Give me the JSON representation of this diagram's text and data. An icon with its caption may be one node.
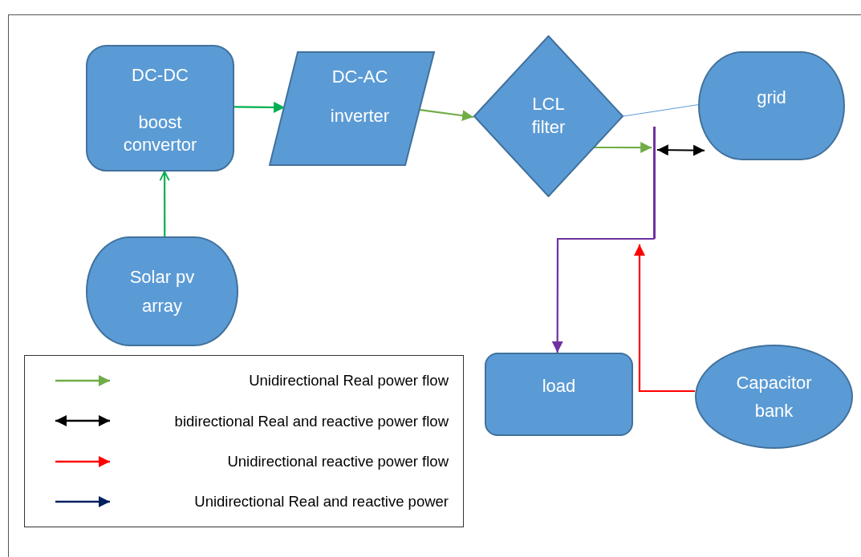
{
  "diagram": {
    "nodes": [
      {
        "text": [
          "DC-DC",
          "boost convertor"
        ]
      },
      {
        "text": [
          "DC-AC",
          "inverter"
        ]
      },
      {
        "text": [
          "LCL filter"
        ]
      },
      {
        "text": [
          "grid"
        ]
      },
      {
        "text": [
          "Solar pv array"
        ]
      },
      {
        "text": [
          "load"
        ]
      },
      {
        "text": [
          "Capacitor bank"
        ]
      },
      {
        "text": [],
        "shape": "bar"
      }
    ],
    "edges": [
      {
        "from": 4,
        "to": 0,
        "arrow": "to",
        "color": "#00b050"
      },
      {
        "from": 0,
        "to": 1,
        "arrow": "to",
        "color": "#00b050"
      },
      {
        "from": 1,
        "to": 2,
        "arrow": "to",
        "color": "#70ad47"
      },
      {
        "from": 2,
        "to": 3,
        "arrow": "none",
        "color": "#5b9bd5"
      },
      {
        "from": 2,
        "to": 7,
        "arrow": "to",
        "color": "#70ad47"
      },
      {
        "from": 7,
        "to": 3,
        "arrow": "both",
        "color": "#000000"
      },
      {
        "from": 7,
        "to": 5,
        "arrow": "to",
        "color": "#7030a0"
      },
      {
        "from": 6,
        "to": 7,
        "arrow": "to",
        "color": "#ff0000"
      }
    ],
    "legend": [
      {
        "text": "Unidirectional Real power flow"
      },
      {
        "text": "bidirectional Real and reactive power flow"
      },
      {
        "text": "Unidirectional reactive power flow"
      },
      {
        "text": "Unidirectional Real and reactive power"
      }
    ]
  }
}
